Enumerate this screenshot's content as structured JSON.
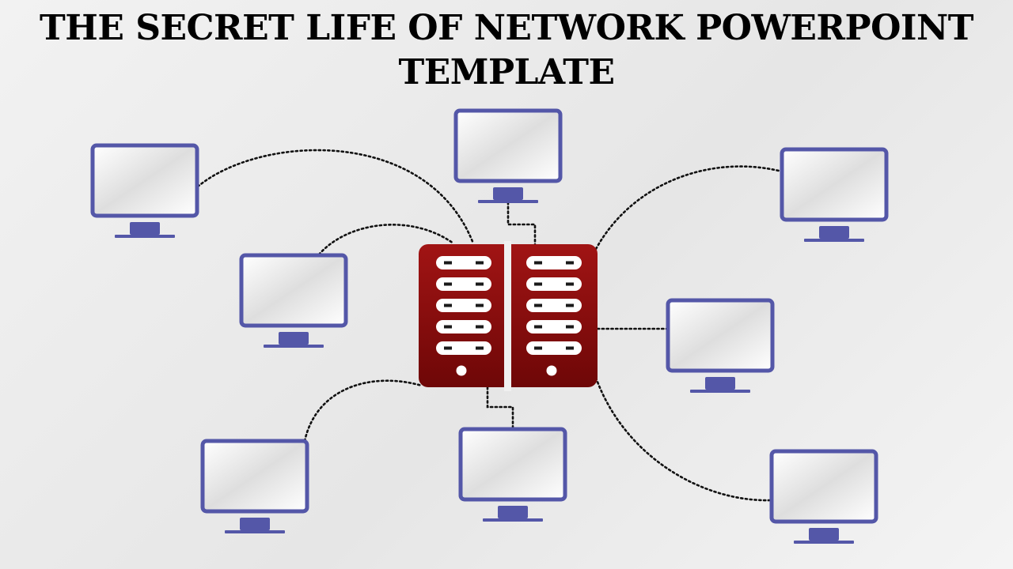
{
  "slide": {
    "title_line1": "THE SECRET LIFE OF NETWORK POWERPOINT",
    "title_line2": "TEMPLATE"
  },
  "colors": {
    "monitor_frame": "#5457a8",
    "server_dark": "#7a0a0a",
    "server_light": "#a11414",
    "connector": "#111111",
    "background": "#eeeeee"
  },
  "diagram": {
    "center_node": {
      "name": "server-rack",
      "icon": "server-icon",
      "units_per_side": 5
    },
    "nodes": [
      {
        "name": "monitor-top-left",
        "icon": "monitor-icon"
      },
      {
        "name": "monitor-mid-left",
        "icon": "monitor-icon"
      },
      {
        "name": "monitor-bottom-left",
        "icon": "monitor-icon"
      },
      {
        "name": "monitor-top-center",
        "icon": "monitor-icon"
      },
      {
        "name": "monitor-bottom-center",
        "icon": "monitor-icon"
      },
      {
        "name": "monitor-top-right",
        "icon": "monitor-icon"
      },
      {
        "name": "monitor-mid-right",
        "icon": "monitor-icon"
      },
      {
        "name": "monitor-bottom-right",
        "icon": "monitor-icon"
      }
    ],
    "connector_style": "dotted"
  }
}
